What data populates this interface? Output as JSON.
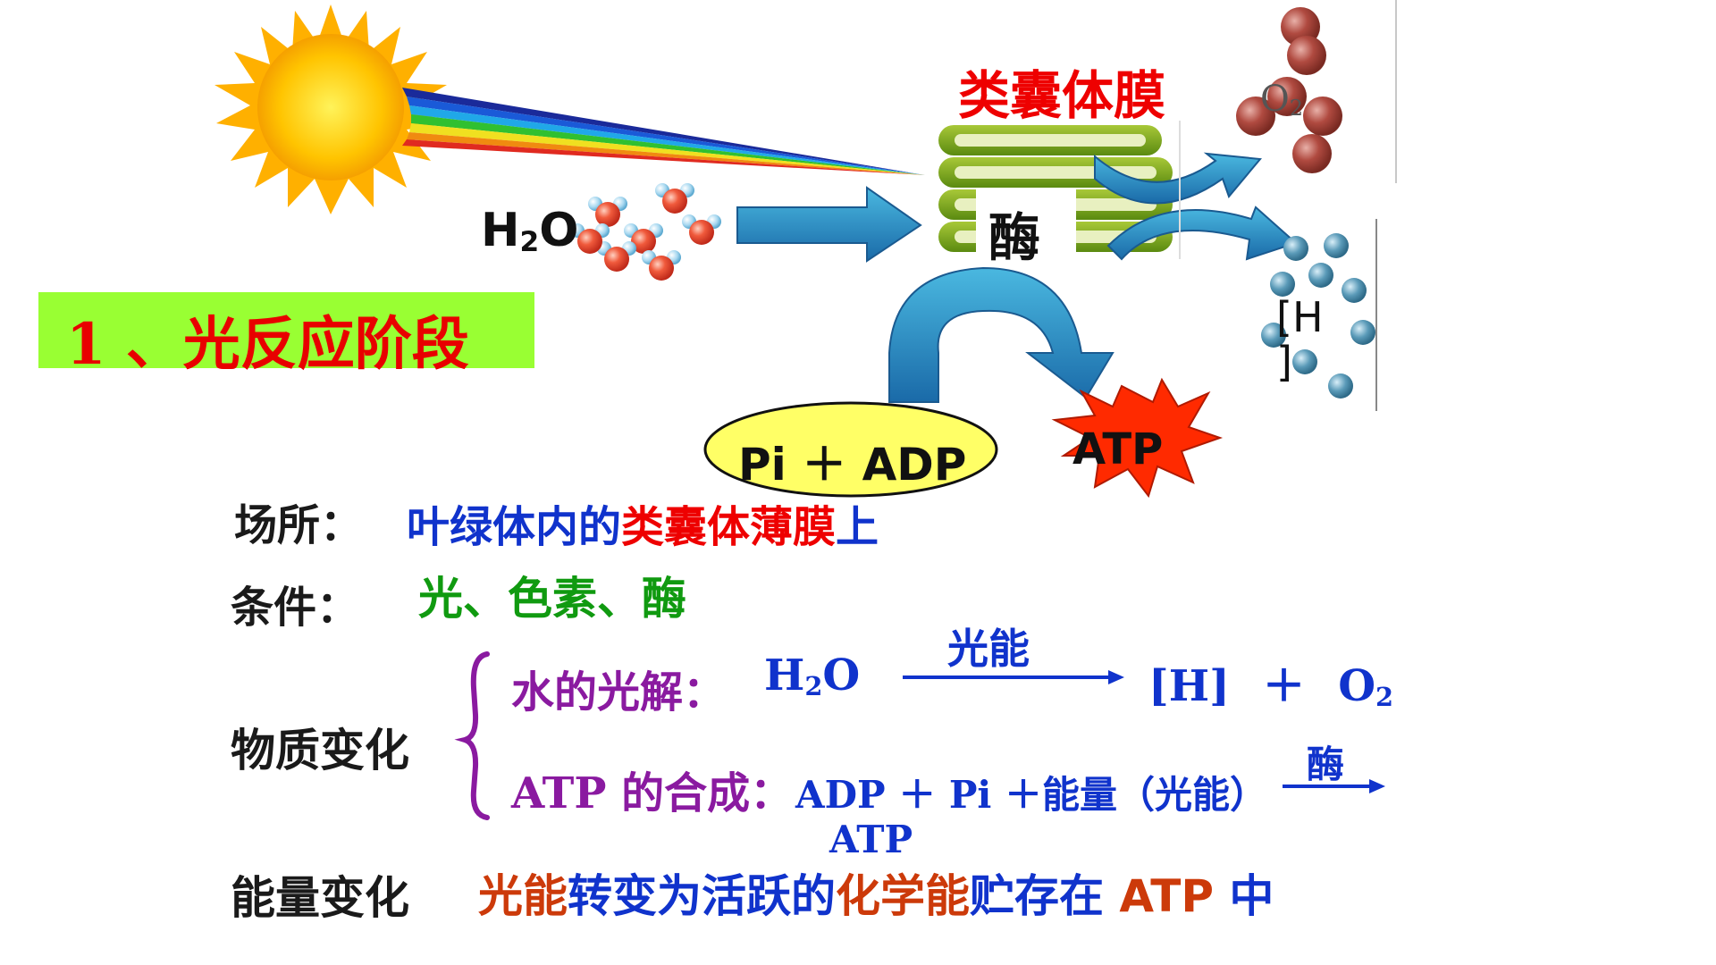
{
  "title": "1 、光反应阶段",
  "diagram": {
    "membrane_label": "类囊体膜",
    "enzyme_label": "酶",
    "water_label": "H",
    "water_sub": "2",
    "water_o": "O",
    "oxygen_label": "O",
    "oxygen_sub": "2",
    "hydrogen_label_1": "[H",
    "hydrogen_label_2": "]",
    "pi_adp_label": "Pi ＋ ADP",
    "atp_label": "ATP"
  },
  "site": {
    "label": "场所：",
    "value_part1": "叶绿体内的",
    "value_part2": "类囊体薄膜",
    "value_part3": "上"
  },
  "conditions": {
    "label": "条件：",
    "value": "光、色素、酶"
  },
  "material_change": {
    "label": "物质变化",
    "photolysis_label": "水的光解：",
    "photolysis_h": "H",
    "photolysis_sub": "2",
    "photolysis_o": "O",
    "arrow_label": "光能",
    "product_h": "[H]",
    "plus": "＋",
    "product_o": "O",
    "product_o_sub": "2",
    "atp_synthesis_label": "ATP 的合成",
    "colon": "：",
    "atp_equation": "ADP ＋ Pi ＋能量（光能）",
    "enzyme_arrow_label": "酶",
    "atp_product": "ATP"
  },
  "energy_change": {
    "label": "能量变化",
    "part1": "光能",
    "part2": "转变为活跃的",
    "part3": "化学能",
    "part4": "贮存在 ",
    "part5": "ATP",
    "part6": " 中"
  },
  "colors": {
    "title_bg": "#99ff33",
    "title_text": "#e80000",
    "blue": "#1033cc",
    "red": "#ee0000",
    "green": "#109a10",
    "purple": "#8a1aa0",
    "orange": "#cc3a0a"
  }
}
